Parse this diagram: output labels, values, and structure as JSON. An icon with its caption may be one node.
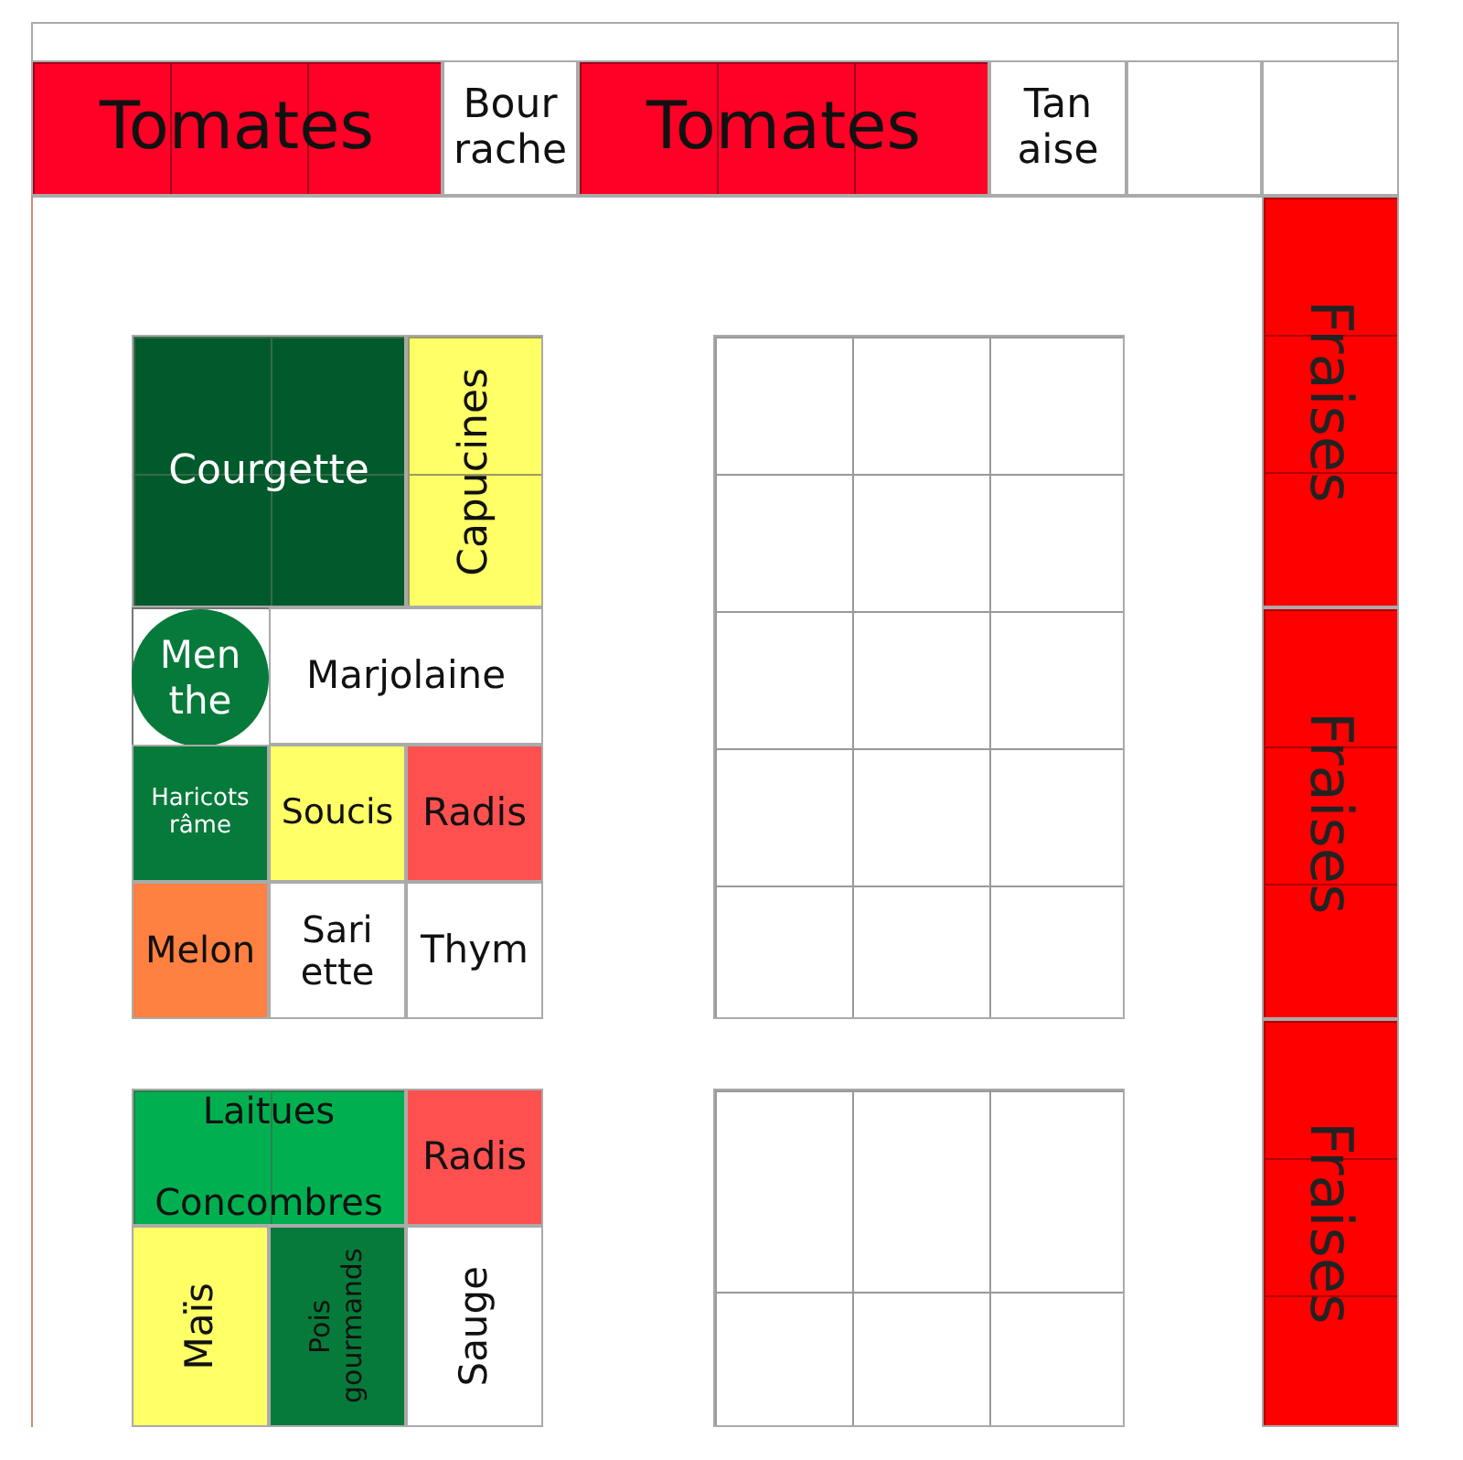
{
  "diagram": {
    "nodes": [
      {
        "text": [
          "Tomates"
        ]
      },
      {
        "text": [
          "Bour rache"
        ]
      },
      {
        "text": [
          "Tomates"
        ]
      },
      {
        "text": [
          "Tan aise"
        ]
      },
      {
        "text": [],
        "shape": "box"
      },
      {
        "text": [],
        "shape": "box"
      },
      {
        "text": [
          "Courgette"
        ]
      },
      {
        "text": [
          "Capucines"
        ]
      },
      {
        "text": [],
        "shape": "box"
      },
      {
        "text": [
          "Fraises"
        ]
      },
      {
        "text": [
          "Men the"
        ]
      },
      {
        "text": [
          "Marjolaine"
        ]
      },
      {
        "text": [
          "Haricots râme"
        ]
      },
      {
        "text": [
          "Soucis"
        ]
      },
      {
        "text": [
          "Radis"
        ]
      },
      {
        "text": [
          "Fraises"
        ]
      },
      {
        "text": [
          "Melon"
        ]
      },
      {
        "text": [
          "Sari ette"
        ]
      },
      {
        "text": [
          "Thym"
        ]
      },
      {
        "text": [
          "Laitues",
          "Concombres"
        ]
      },
      {
        "text": [
          "Radis"
        ]
      },
      {
        "text": [],
        "shape": "box"
      },
      {
        "text": [
          "Fraises"
        ]
      },
      {
        "text": [
          "Maïs"
        ]
      },
      {
        "text": [
          "Pois gourmands"
        ]
      },
      {
        "text": [
          "Sauge"
        ]
      }
    ]
  }
}
